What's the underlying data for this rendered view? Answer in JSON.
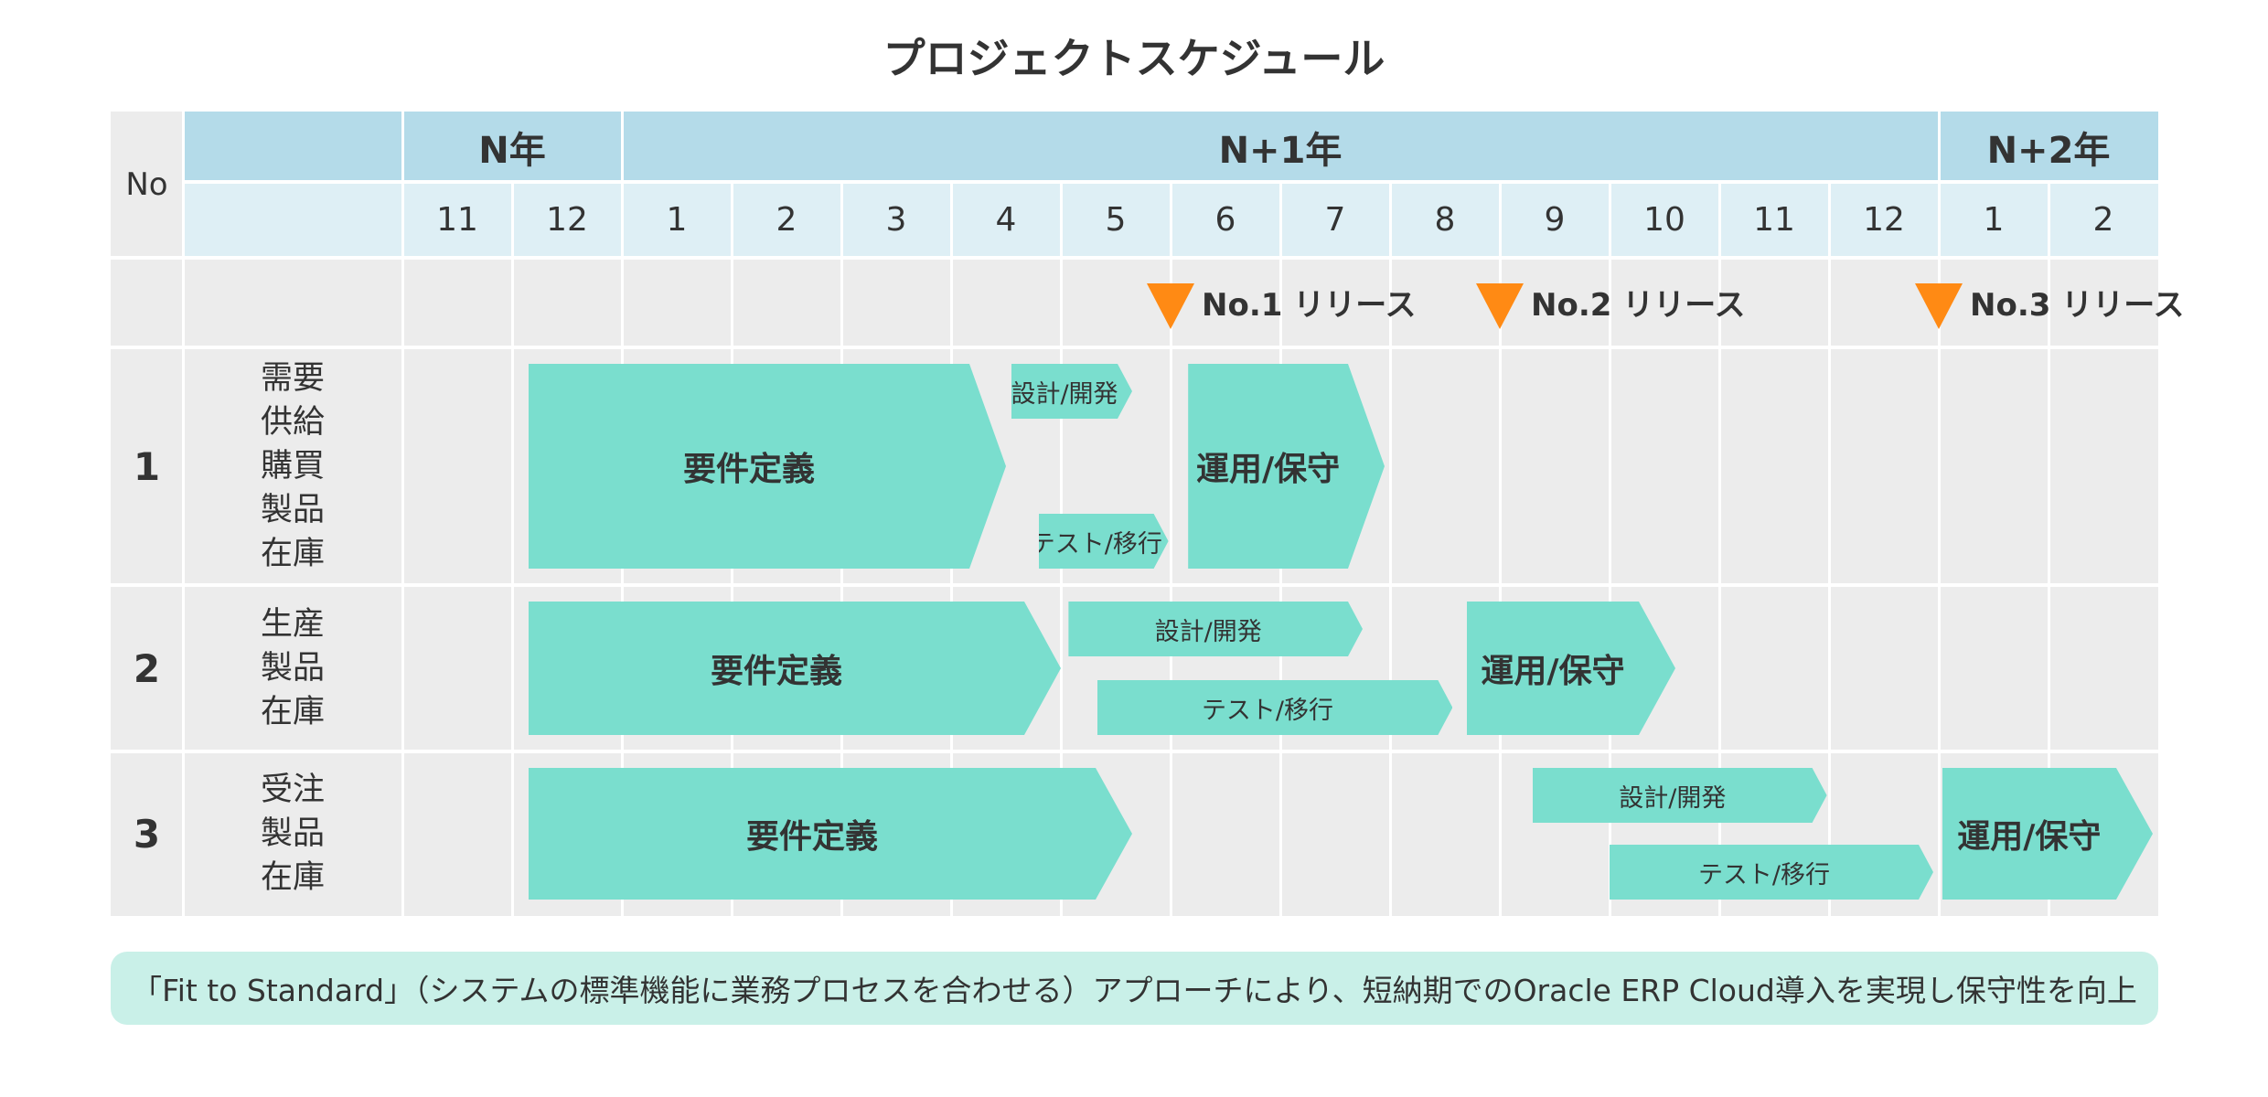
{
  "title": "プロジェクトスケジュール",
  "columns": {
    "no_header": "No",
    "years": [
      {
        "label": "N年",
        "span": 2
      },
      {
        "label": "N+1年",
        "span": 12
      },
      {
        "label": "N+2年",
        "span": 2
      }
    ],
    "months": [
      "11",
      "12",
      "1",
      "2",
      "3",
      "4",
      "5",
      "6",
      "7",
      "8",
      "9",
      "10",
      "11",
      "12",
      "1",
      "2"
    ]
  },
  "releases": [
    {
      "label": "No.1 リリース",
      "month_index": 7
    },
    {
      "label": "No.2 リリース",
      "month_index": 10
    },
    {
      "label": "No.3 リリース",
      "month_index": 14
    }
  ],
  "rows": [
    {
      "no": "1",
      "scope": [
        "需要",
        "供給",
        "購買",
        "製品",
        "在庫"
      ],
      "tasks": [
        {
          "label": "要件定義",
          "start": 1.15,
          "end": 5.5,
          "lane": "full",
          "size": "big"
        },
        {
          "label": "設計/開発",
          "start": 5.55,
          "end": 6.65,
          "lane": "top",
          "size": "small"
        },
        {
          "label": "テスト/移行",
          "start": 5.8,
          "end": 6.98,
          "lane": "bottom",
          "size": "small"
        },
        {
          "label": "運用/保守",
          "start": 7.16,
          "end": 8.95,
          "lane": "full",
          "size": "big"
        }
      ]
    },
    {
      "no": "2",
      "scope": [
        "生産",
        "製品",
        "在庫"
      ],
      "tasks": [
        {
          "label": "要件定義",
          "start": 1.15,
          "end": 6.0,
          "lane": "full",
          "size": "big"
        },
        {
          "label": "設計/開発",
          "start": 6.07,
          "end": 8.75,
          "lane": "top",
          "size": "small"
        },
        {
          "label": "テスト/移行",
          "start": 6.33,
          "end": 9.57,
          "lane": "bottom",
          "size": "small"
        },
        {
          "label": "運用/保守",
          "start": 9.7,
          "end": 11.6,
          "lane": "full",
          "size": "big"
        }
      ]
    },
    {
      "no": "3",
      "scope": [
        "受注",
        "製品",
        "在庫"
      ],
      "tasks": [
        {
          "label": "要件定義",
          "start": 1.15,
          "end": 6.65,
          "lane": "full",
          "size": "big"
        },
        {
          "label": "設計/開発",
          "start": 10.3,
          "end": 12.98,
          "lane": "top",
          "size": "small"
        },
        {
          "label": "テスト/移行",
          "start": 11.0,
          "end": 13.95,
          "lane": "bottom",
          "size": "small"
        },
        {
          "label": "運用/保守",
          "start": 14.03,
          "end": 15.95,
          "lane": "full",
          "size": "big"
        }
      ]
    }
  ],
  "footnote": "「Fit to Standard」（システムの標準機能に業務プロセスを合わせる）アプローチにより、短納期でのOracle ERP Cloud導入を実現し保守性を向上",
  "colors": {
    "header_dark": "#b4dbe9",
    "header_light": "#deeff5",
    "body_bg": "#ececec",
    "bar": "#7adece",
    "release_marker": "#ff8a14",
    "note_bg": "#c9f0e8"
  }
}
